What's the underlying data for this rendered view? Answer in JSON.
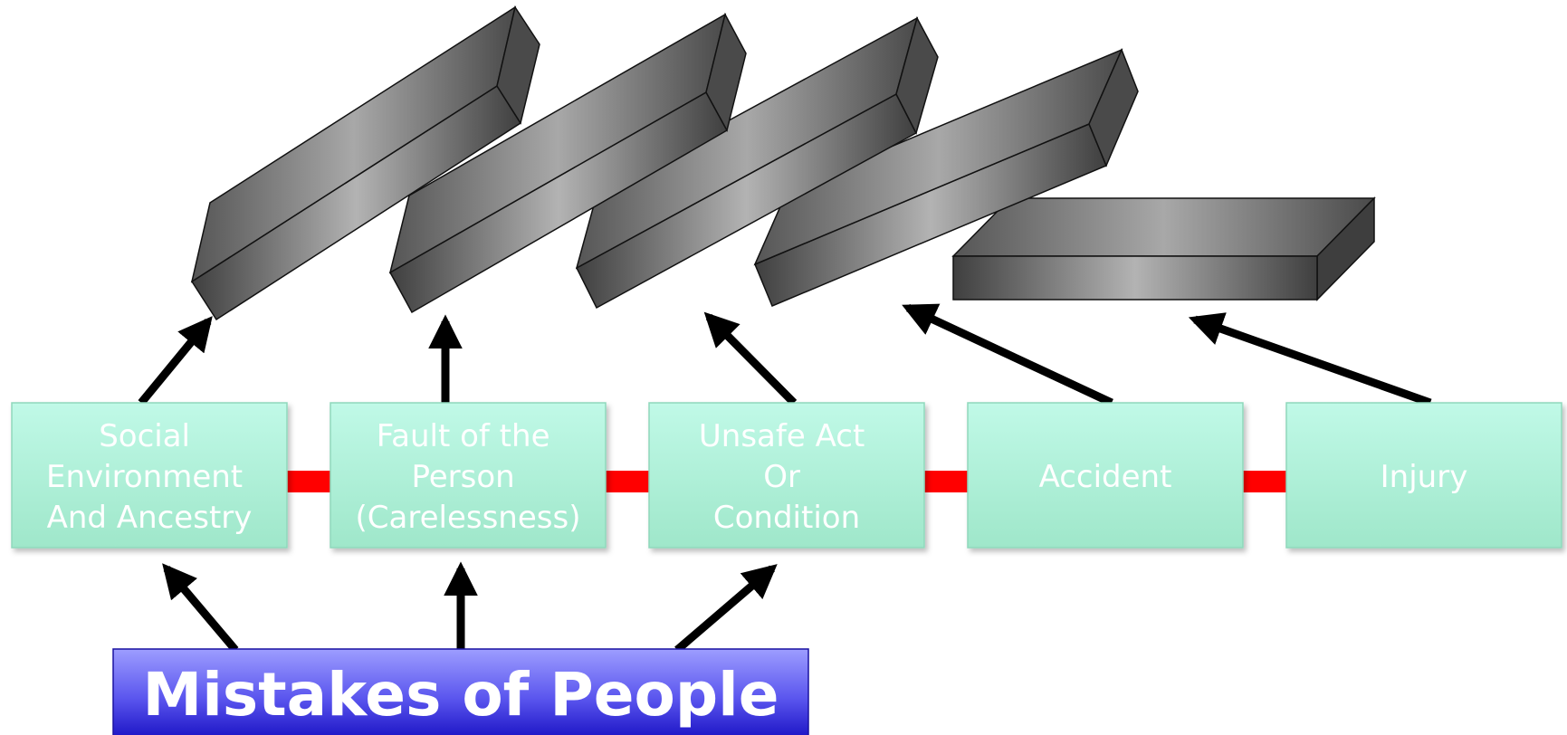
{
  "stages": [
    {
      "lines": [
        "Social",
        "Environment",
        "And Ancestry"
      ]
    },
    {
      "lines": [
        "Fault of the",
        "Person",
        "(Carelessness)"
      ]
    },
    {
      "lines": [
        "Unsafe Act",
        "Or",
        "Condition"
      ]
    },
    {
      "lines": [
        "Accident"
      ]
    },
    {
      "lines": [
        "Injury"
      ]
    }
  ],
  "banner": {
    "label": "Mistakes of People"
  },
  "colors": {
    "box_top": "#bff8e6",
    "box_bottom": "#a0e9cc",
    "flow_arrow": "#ff0000",
    "banner_top": "#9c9cff",
    "banner_bottom": "#1b15c9",
    "domino_dark": "#444444",
    "domino_light": "#b5b5b5"
  }
}
